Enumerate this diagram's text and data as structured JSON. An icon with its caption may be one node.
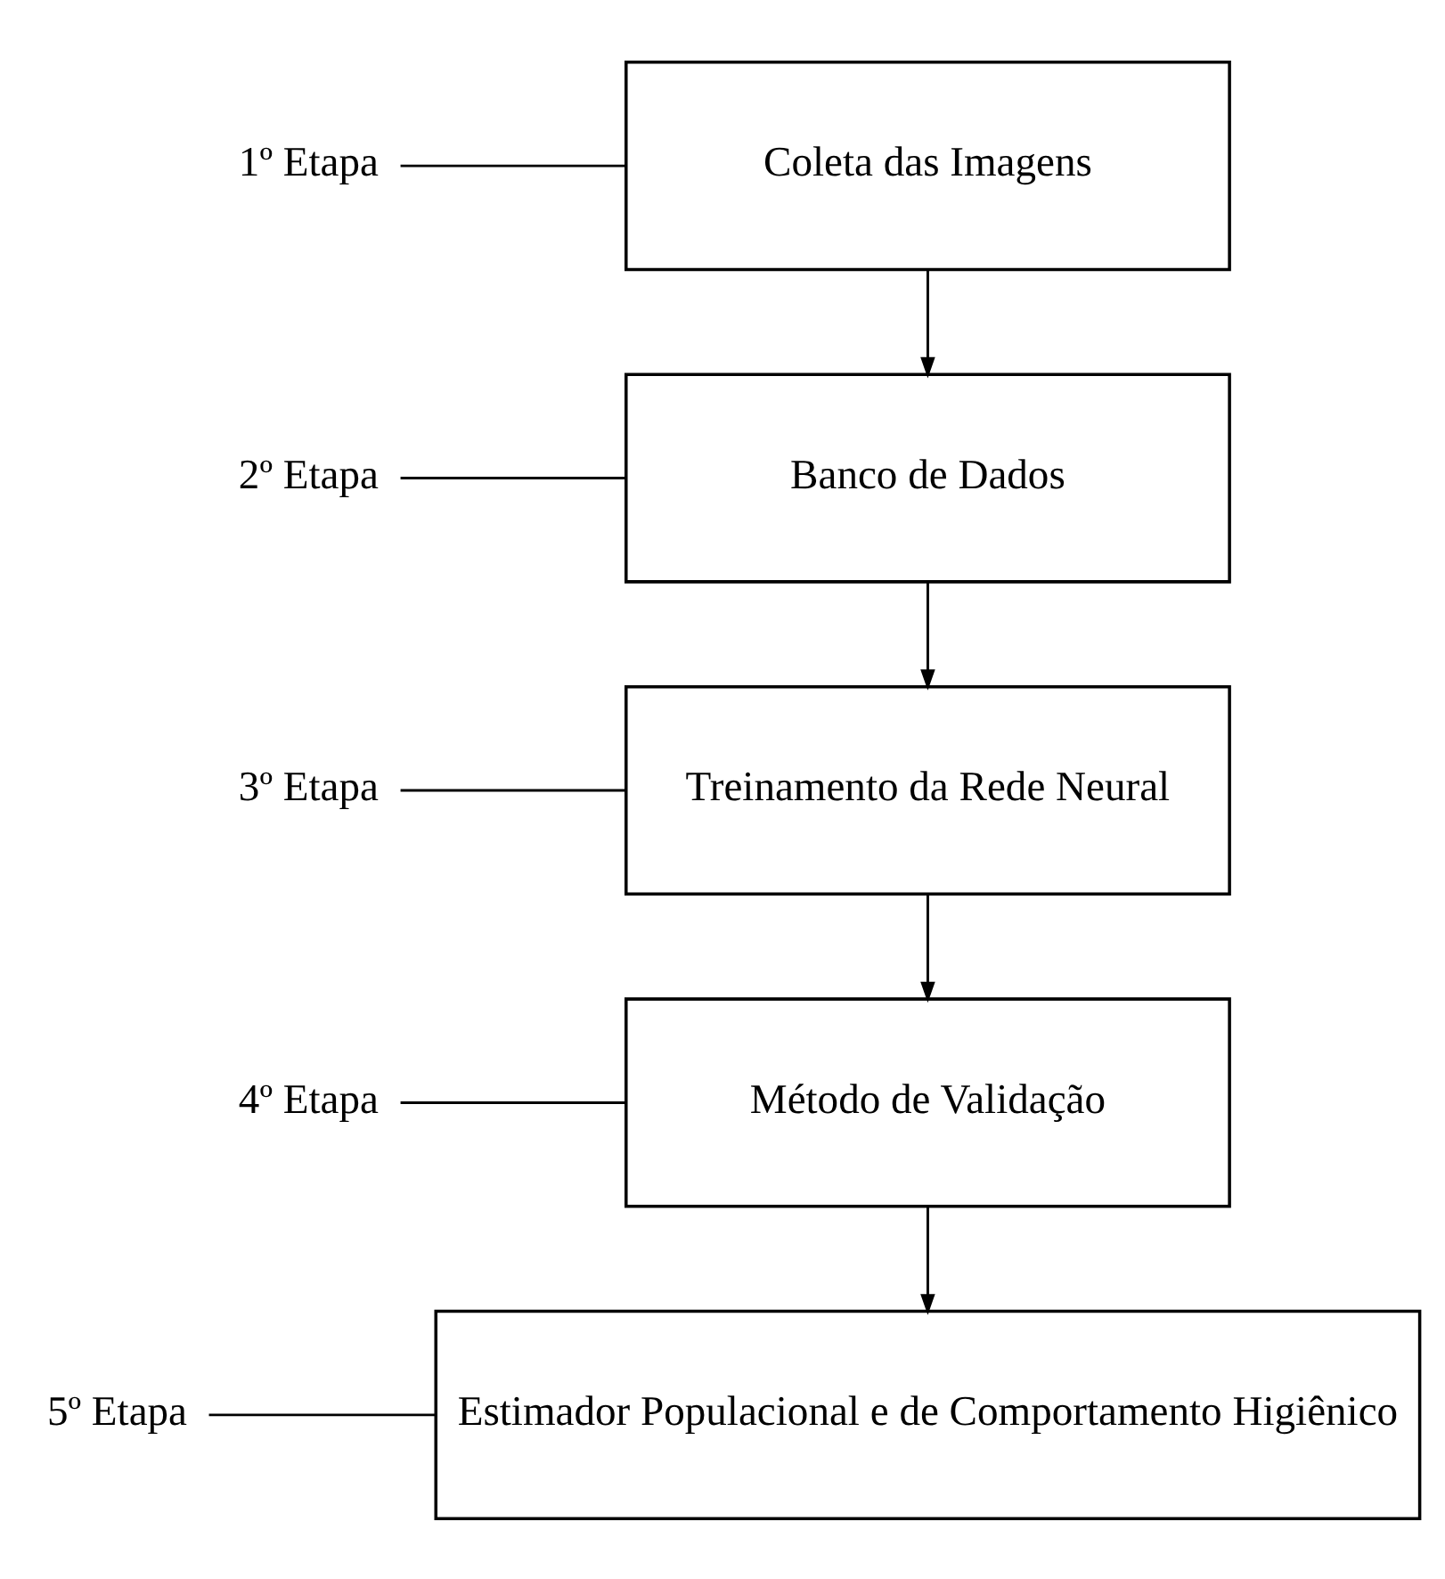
{
  "diagram": {
    "nodes": [
      {
        "text": [
          "1º Etapa"
        ]
      },
      {
        "text": [
          "Coleta das Imagens"
        ]
      },
      {
        "text": [
          "2º Etapa"
        ]
      },
      {
        "text": [
          "Banco de Dados"
        ]
      },
      {
        "text": [
          "3º Etapa"
        ]
      },
      {
        "text": [
          "Treinamento da Rede Neural"
        ]
      },
      {
        "text": [
          "4º Etapa"
        ]
      },
      {
        "text": [
          "Método de Validação"
        ]
      },
      {
        "text": [
          "5º Etapa"
        ]
      },
      {
        "text": [
          "Estimador Populacional e de Comportamento Higiênico"
        ]
      }
    ],
    "edges": [
      {
        "from": 0,
        "to": 1,
        "arrow": "none"
      },
      {
        "from": 2,
        "to": 3,
        "arrow": "none"
      },
      {
        "from": 4,
        "to": 5,
        "arrow": "none"
      },
      {
        "from": 6,
        "to": 7,
        "arrow": "none"
      },
      {
        "from": 8,
        "to": 9,
        "arrow": "none"
      },
      {
        "from": 1,
        "to": 3,
        "arrow": "to"
      },
      {
        "from": 3,
        "to": 5,
        "arrow": "to"
      },
      {
        "from": 5,
        "to": 7,
        "arrow": "to"
      },
      {
        "from": 7,
        "to": 9,
        "arrow": "to"
      }
    ]
  }
}
